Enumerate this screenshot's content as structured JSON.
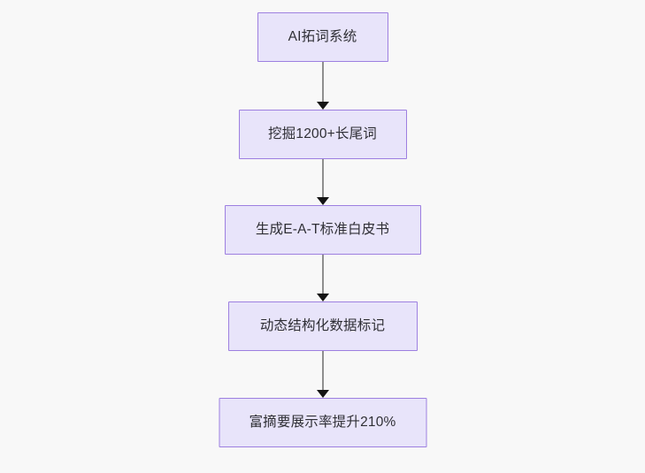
{
  "diagram": {
    "type": "flowchart",
    "direction": "top-to-bottom",
    "background_color": "#f8f8f8",
    "node_fill_color": "#e8e4fa",
    "node_border_color": "#9d7fe0",
    "node_text_color": "#2f2f35",
    "edge_line_color": "#8f8f8f",
    "edge_arrow_color": "#141414",
    "nodes": [
      {
        "id": "n1",
        "label": "AI拓词系统"
      },
      {
        "id": "n2",
        "label": "挖掘1200+长尾词"
      },
      {
        "id": "n3",
        "label": "生成E-A-T标准白皮书"
      },
      {
        "id": "n4",
        "label": "动态结构化数据标记"
      },
      {
        "id": "n5",
        "label": "富摘要展示率提升210%"
      }
    ],
    "edges": [
      {
        "from": "n1",
        "to": "n2",
        "label": ""
      },
      {
        "from": "n2",
        "to": "n3",
        "label": ""
      },
      {
        "from": "n3",
        "to": "n4",
        "label": ""
      },
      {
        "from": "n4",
        "to": "n5",
        "label": ""
      }
    ]
  }
}
